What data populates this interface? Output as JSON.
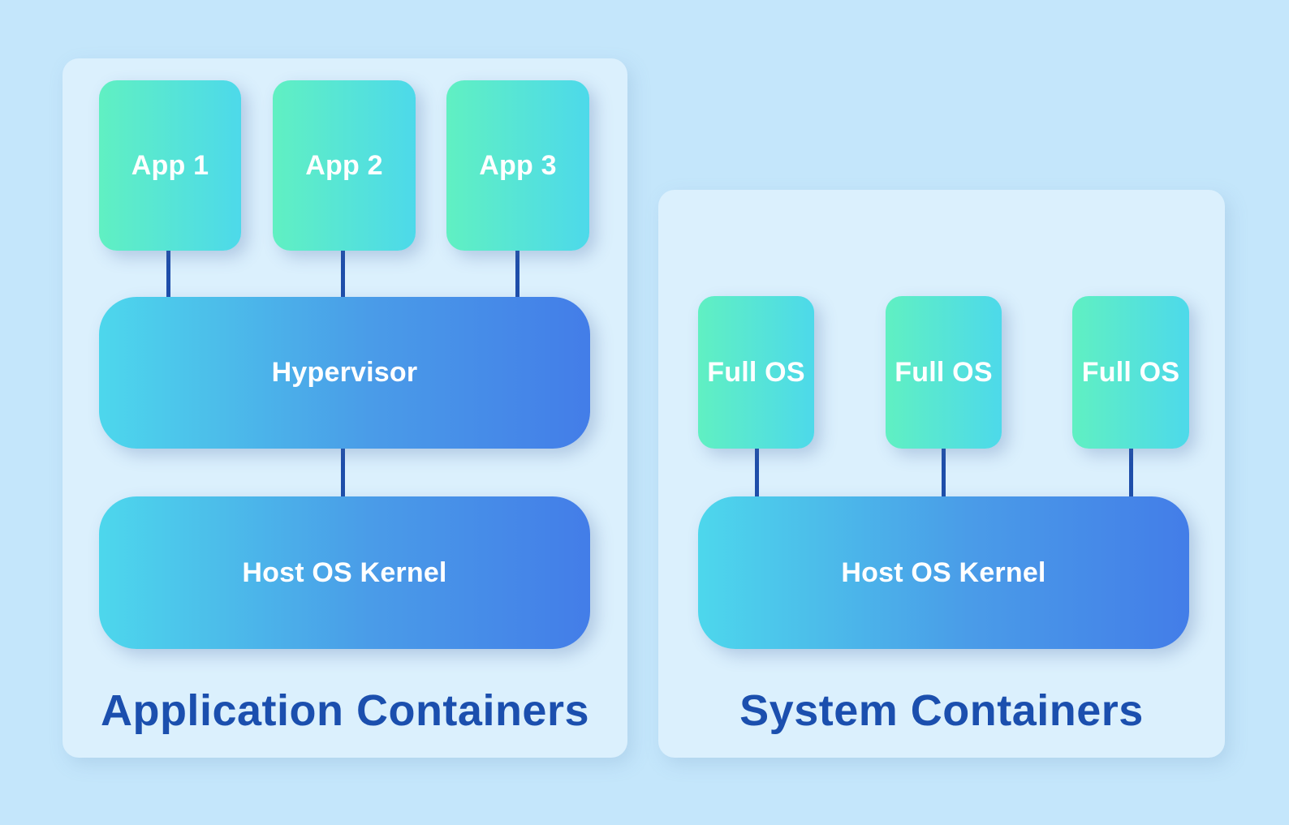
{
  "diagram": {
    "colors": {
      "background": "#C4E6FB",
      "panel": "#DBF0FD",
      "accent_text": "#1B4FAE",
      "connector": "#1E4EAA",
      "green_start": "#60F0C2",
      "green_end": "#4DD9EA",
      "blue_start": "#4DD7EC",
      "blue_end": "#437DE8"
    },
    "application_containers": {
      "title": "Application Containers",
      "apps": [
        {
          "label": "App 1"
        },
        {
          "label": "App 2"
        },
        {
          "label": "App 3"
        }
      ],
      "hypervisor": "Hypervisor",
      "kernel": "Host OS Kernel"
    },
    "system_containers": {
      "title": "System Containers",
      "systems": [
        {
          "label": "Full OS"
        },
        {
          "label": "Full OS"
        },
        {
          "label": "Full OS"
        }
      ],
      "kernel": "Host OS Kernel"
    }
  }
}
